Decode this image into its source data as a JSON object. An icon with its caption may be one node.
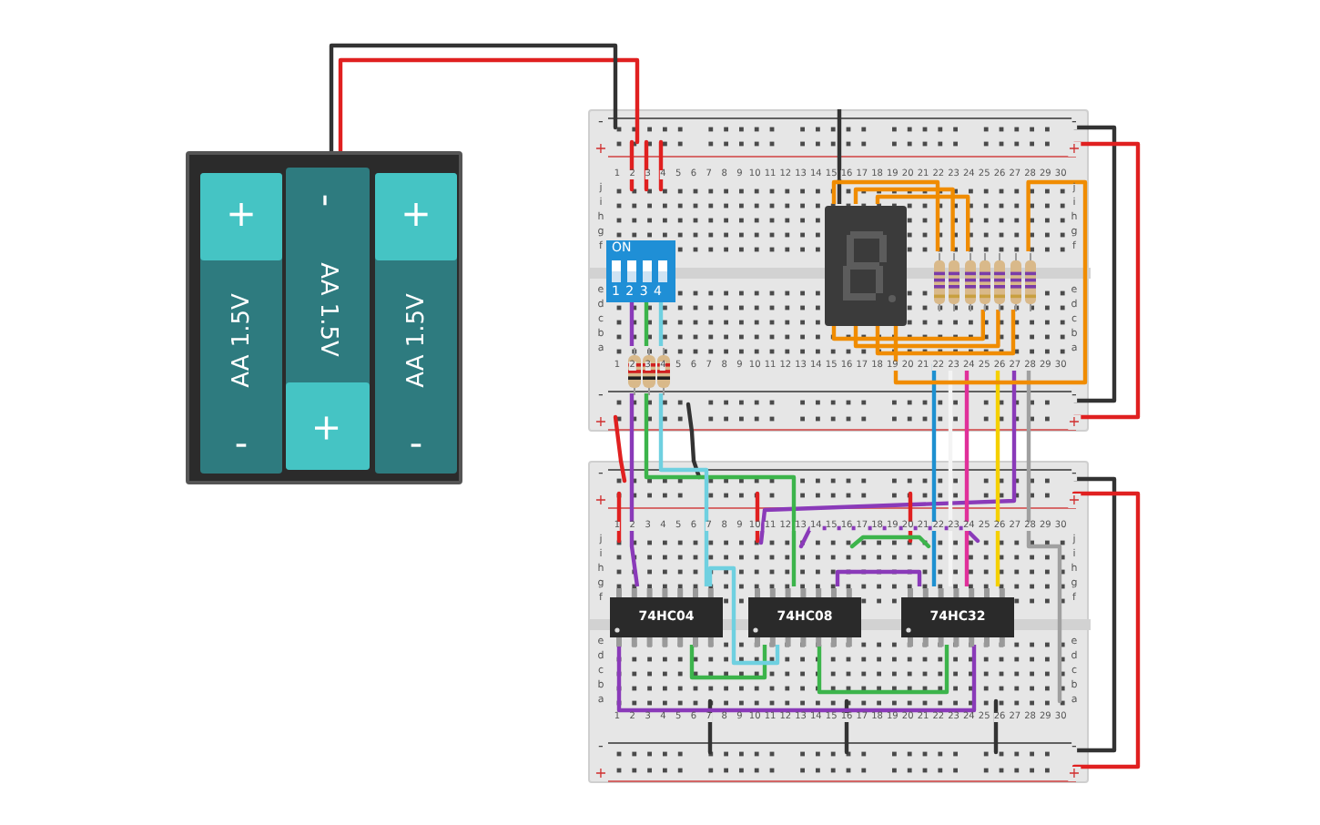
{
  "diagram": {
    "nodes": [
      {
        "text": [],
        "shape": "box"
      },
      {
        "text": [
          "+",
          "AA 1.5V",
          "-"
        ],
        "in": 0
      },
      {
        "text": [
          "-",
          "AA 1.5V",
          "+"
        ],
        "in": 0
      },
      {
        "text": [
          "+",
          "AA 1.5V",
          "-"
        ],
        "in": 0
      },
      {
        "text": [],
        "shape": "box"
      },
      {
        "text": [
          "ON",
          "1 2 3 4"
        ],
        "in": 4
      },
      {
        "text": [],
        "shape": "resistor",
        "in": 4
      },
      {
        "text": [],
        "shape": "resistor",
        "in": 4
      },
      {
        "text": [],
        "shape": "resistor",
        "in": 4
      },
      {
        "text": [],
        "shape": "box",
        "in": 4
      },
      {
        "text": [],
        "shape": "resistor",
        "in": 4
      },
      {
        "text": [],
        "shape": "resistor",
        "in": 4
      },
      {
        "text": [],
        "shape": "resistor",
        "in": 4
      },
      {
        "text": [],
        "shape": "resistor",
        "in": 4
      },
      {
        "text": [],
        "shape": "resistor",
        "in": 4
      },
      {
        "text": [],
        "shape": "resistor",
        "in": 4
      },
      {
        "text": [],
        "shape": "resistor",
        "in": 4
      },
      {
        "text": [],
        "shape": "box"
      },
      {
        "text": [
          "74HC04"
        ],
        "in": 17
      },
      {
        "text": [
          "74HC08"
        ],
        "in": 17
      },
      {
        "text": [
          "74HC32"
        ],
        "in": 17
      }
    ],
    "edges": [
      {
        "from": 0,
        "to": 4,
        "arrow": "none",
        "color": "#e02020"
      },
      {
        "from": 0,
        "to": 4,
        "arrow": "none",
        "color": "#333333"
      },
      {
        "from": 5,
        "to": 6,
        "arrow": "none",
        "color": "#8a3ab9"
      },
      {
        "from": 5,
        "to": 7,
        "arrow": "none",
        "color": "#3cb44b"
      },
      {
        "from": 5,
        "to": 8,
        "arrow": "none",
        "color": "#6fd0e0"
      },
      {
        "from": 6,
        "to": 18,
        "arrow": "none",
        "color": "#8a3ab9"
      },
      {
        "from": 7,
        "to": 19,
        "arrow": "none",
        "color": "#3cb44b"
      },
      {
        "from": 8,
        "to": 18,
        "arrow": "none",
        "color": "#6fd0e0"
      },
      {
        "from": 4,
        "to": 17,
        "arrow": "none",
        "color": "#e02020"
      },
      {
        "from": 4,
        "to": 17,
        "arrow": "none",
        "color": "#333333"
      },
      {
        "from": 4,
        "to": 9,
        "arrow": "none",
        "color": "#333333"
      },
      {
        "from": 9,
        "to": 10,
        "arrow": "none",
        "color": "#f08c00"
      },
      {
        "from": 9,
        "to": 11,
        "arrow": "none",
        "color": "#f08c00"
      },
      {
        "from": 9,
        "to": 12,
        "arrow": "none",
        "color": "#f08c00"
      },
      {
        "from": 9,
        "to": 13,
        "arrow": "none",
        "color": "#f08c00"
      },
      {
        "from": 9,
        "to": 14,
        "arrow": "none",
        "color": "#f08c00"
      },
      {
        "from": 9,
        "to": 15,
        "arrow": "none",
        "color": "#f08c00"
      },
      {
        "from": 9,
        "to": 16,
        "arrow": "none",
        "color": "#f08c00"
      },
      {
        "from": 4,
        "to": 20,
        "arrow": "none",
        "color": "#1e90d0"
      },
      {
        "from": 4,
        "to": 20,
        "arrow": "none",
        "color": "#f4f4f4"
      },
      {
        "from": 4,
        "to": 20,
        "arrow": "none",
        "color": "#e0309a"
      },
      {
        "from": 4,
        "to": 20,
        "arrow": "none",
        "color": "#f5d000"
      },
      {
        "from": 4,
        "to": 17,
        "arrow": "none",
        "color": "#8a3ab9"
      },
      {
        "from": 4,
        "to": 17,
        "arrow": "none",
        "color": "#a0a0a0"
      },
      {
        "from": 18,
        "to": 19,
        "arrow": "none",
        "color": "#3cb44b"
      },
      {
        "from": 19,
        "to": 20,
        "arrow": "none",
        "color": "#8a3ab9"
      },
      {
        "from": 19,
        "to": 20,
        "arrow": "none",
        "color": "#3cb44b"
      },
      {
        "from": 18,
        "to": 20,
        "arrow": "none",
        "color": "#8a3ab9"
      },
      {
        "from": 18,
        "to": 19,
        "arrow": "none",
        "color": "#6fd0e0"
      }
    ],
    "labels": [
      "-",
      "-",
      "+",
      "+",
      "1",
      "2",
      "3",
      "4",
      "5",
      "6",
      "7",
      "8",
      "9",
      "10",
      "11",
      "12",
      "13",
      "14",
      "15",
      "16",
      "17",
      "18",
      "19",
      "20",
      "21",
      "22",
      "23",
      "24",
      "25",
      "26",
      "27",
      "28",
      "29",
      "30",
      "j",
      "j",
      "i",
      "i",
      "h",
      "h",
      "g",
      "g",
      "f",
      "f",
      "e",
      "e",
      "d",
      "d",
      "c",
      "c",
      "b",
      "b",
      "a",
      "a",
      "1",
      "2",
      "3",
      "4",
      "5",
      "6",
      "7",
      "8",
      "9",
      "10",
      "11",
      "12",
      "13",
      "14",
      "15",
      "16",
      "17",
      "18",
      "19",
      "20",
      "21",
      "22",
      "23",
      "24",
      "25",
      "26",
      "27",
      "28",
      "29",
      "30",
      "-",
      "-",
      "+",
      "+",
      "-",
      "-",
      "+",
      "+",
      "1",
      "2",
      "3",
      "4",
      "5",
      "6",
      "7",
      "8",
      "9",
      "10",
      "11",
      "12",
      "13",
      "14",
      "15",
      "16",
      "17",
      "18",
      "19",
      "20",
      "21",
      "22",
      "23",
      "24",
      "25",
      "26",
      "27",
      "28",
      "29",
      "30",
      "j",
      "j",
      "i",
      "i",
      "h",
      "h",
      "g",
      "g",
      "f",
      "f",
      "e",
      "e",
      "d",
      "d",
      "c",
      "c",
      "b",
      "b",
      "a",
      "a",
      "1",
      "2",
      "3",
      "4",
      "5",
      "6",
      "7",
      "8",
      "9",
      "10",
      "11",
      "12",
      "13",
      "14",
      "15",
      "16",
      "17",
      "18",
      "19",
      "20",
      "21",
      "22",
      "23",
      "24",
      "25",
      "26",
      "27",
      "28",
      "29",
      "30",
      "-",
      "-",
      "+",
      "+"
    ]
  }
}
